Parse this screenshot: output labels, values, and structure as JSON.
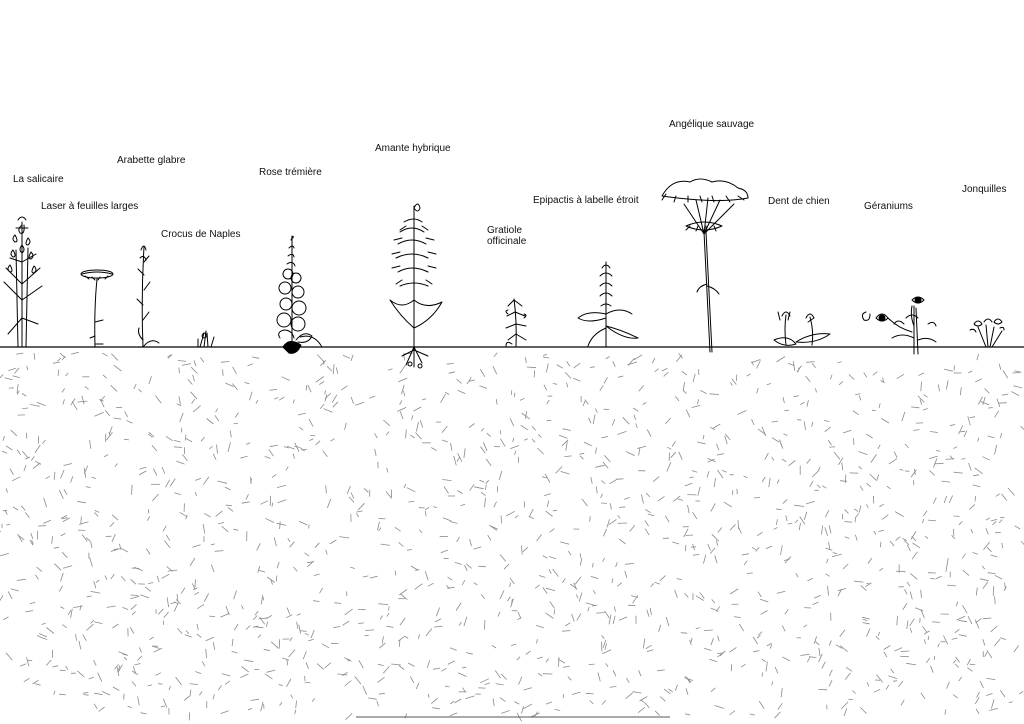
{
  "plants": [
    {
      "id": "salicaire",
      "label": "La salicaire"
    },
    {
      "id": "laser",
      "label": "Laser à feuilles larges"
    },
    {
      "id": "arabette",
      "label": "Arabette glabre"
    },
    {
      "id": "crocus",
      "label": "Crocus de Naples"
    },
    {
      "id": "rose",
      "label": "Rose trémière"
    },
    {
      "id": "amante",
      "label": "Amante hybrique"
    },
    {
      "id": "gratiole",
      "label": "Gratiole officinale"
    },
    {
      "id": "epipactis",
      "label": "Epipactis à labelle étroit"
    },
    {
      "id": "angelique",
      "label": "Angélique sauvage"
    },
    {
      "id": "dent",
      "label": "Dent de chien"
    },
    {
      "id": "geraniums",
      "label": "Géraniums"
    },
    {
      "id": "jonquilles",
      "label": "Jonquilles"
    }
  ],
  "colors": {
    "ink": "#000000",
    "soil": "#8a8a8a",
    "background": "#ffffff"
  }
}
